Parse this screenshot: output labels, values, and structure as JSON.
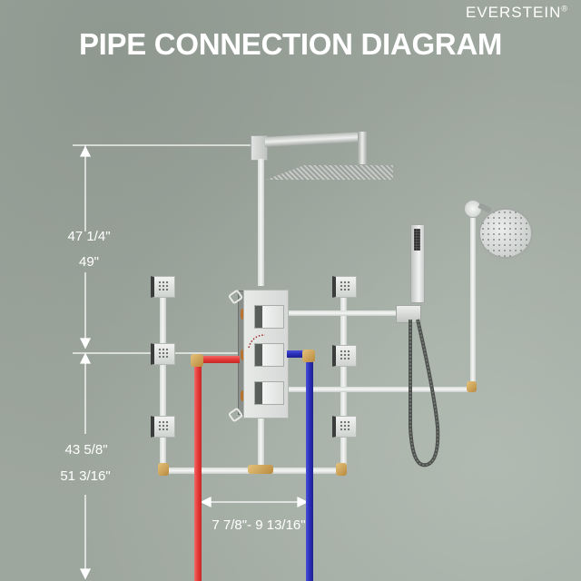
{
  "brand": {
    "name": "EVERSTEIN",
    "mark": "®"
  },
  "title": "PIPE CONNECTION DIAGRAM",
  "dimensions": {
    "upper_height": {
      "min": "47 1/4\"",
      "max": "49\""
    },
    "lower_height": {
      "min": "43 5/8\"",
      "max": "51 3/16\""
    },
    "supply_spacing": "7 7/8\"- 9 13/16\""
  },
  "components": {
    "rain_shower_head": "square-rain-shower-head",
    "round_shower_head": "round-shower-head",
    "handheld_shower": "handheld-shower",
    "body_jets_count": 6,
    "thermostatic_valve_handles": 3,
    "hot_supply_color": "#e53935",
    "cold_supply_color": "#2a2fb8",
    "fitting_color": "#c9a05a"
  }
}
